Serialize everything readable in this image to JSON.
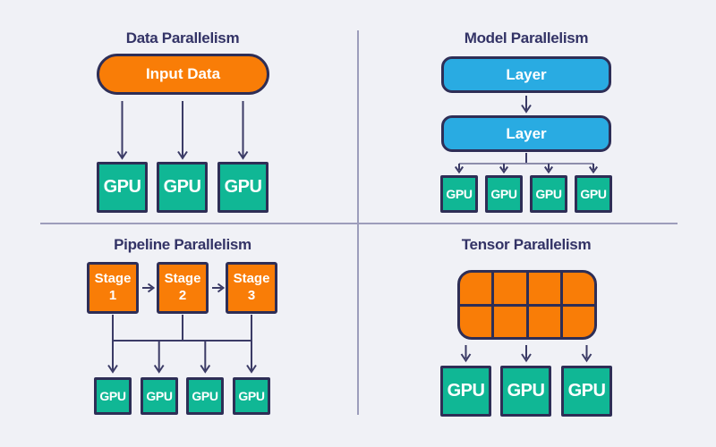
{
  "labels": {
    "gpu": "GPU"
  },
  "quadrants": {
    "data_parallelism": {
      "title": "Data Parallelism",
      "input_box": "Input Data",
      "gpu_count": 3
    },
    "model_parallelism": {
      "title": "Model Parallelism",
      "layers": [
        "Layer",
        "Layer"
      ],
      "gpu_count": 4
    },
    "pipeline_parallelism": {
      "title": "Pipeline Parallelism",
      "stages": [
        {
          "name": "Stage",
          "number": "1"
        },
        {
          "name": "Stage",
          "number": "2"
        },
        {
          "name": "Stage",
          "number": "3"
        }
      ],
      "gpu_count": 4
    },
    "tensor_parallelism": {
      "title": "Tensor Parallelism",
      "grid_rows": 2,
      "grid_columns": 4,
      "gpu_count": 3
    }
  },
  "colors": {
    "background": "#f0f1f6",
    "divider": "#9d9dbb",
    "orange": "#f97d07",
    "blue": "#29abe2",
    "green": "#10b795",
    "navy_border": "#2e2e56",
    "title_text": "#333366",
    "label_text": "#ffffff",
    "connector": "#3b3b66",
    "connector_light": "#8d8dab"
  }
}
